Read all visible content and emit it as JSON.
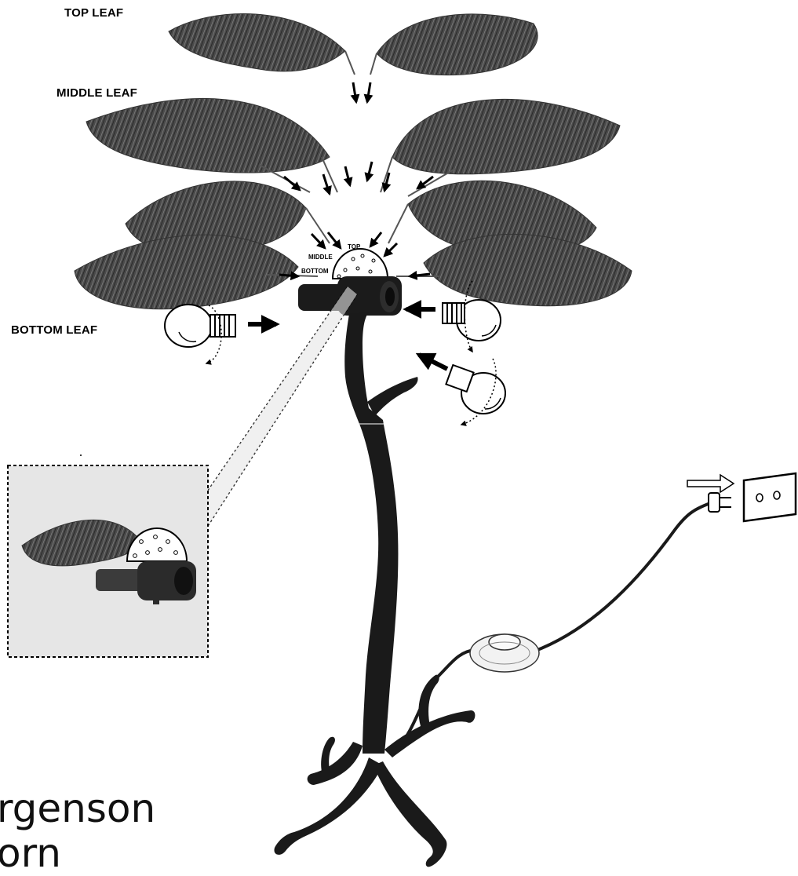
{
  "labels": {
    "top_leaf": "TOP LEAF",
    "middle_leaf": "MIDDLE LEAF",
    "bottom_leaf": "BOTTOM LEAF"
  },
  "socket_labels": {
    "top": "TOP",
    "middle": "MIDDLE",
    "bottom": "BOTTOM"
  },
  "brand": {
    "line1": "rgenson",
    "line2": "orn"
  },
  "icons": [
    "light-bulb-icon",
    "power-plug-icon",
    "wall-socket-icon",
    "foot-switch-icon",
    "arrow-icon"
  ]
}
